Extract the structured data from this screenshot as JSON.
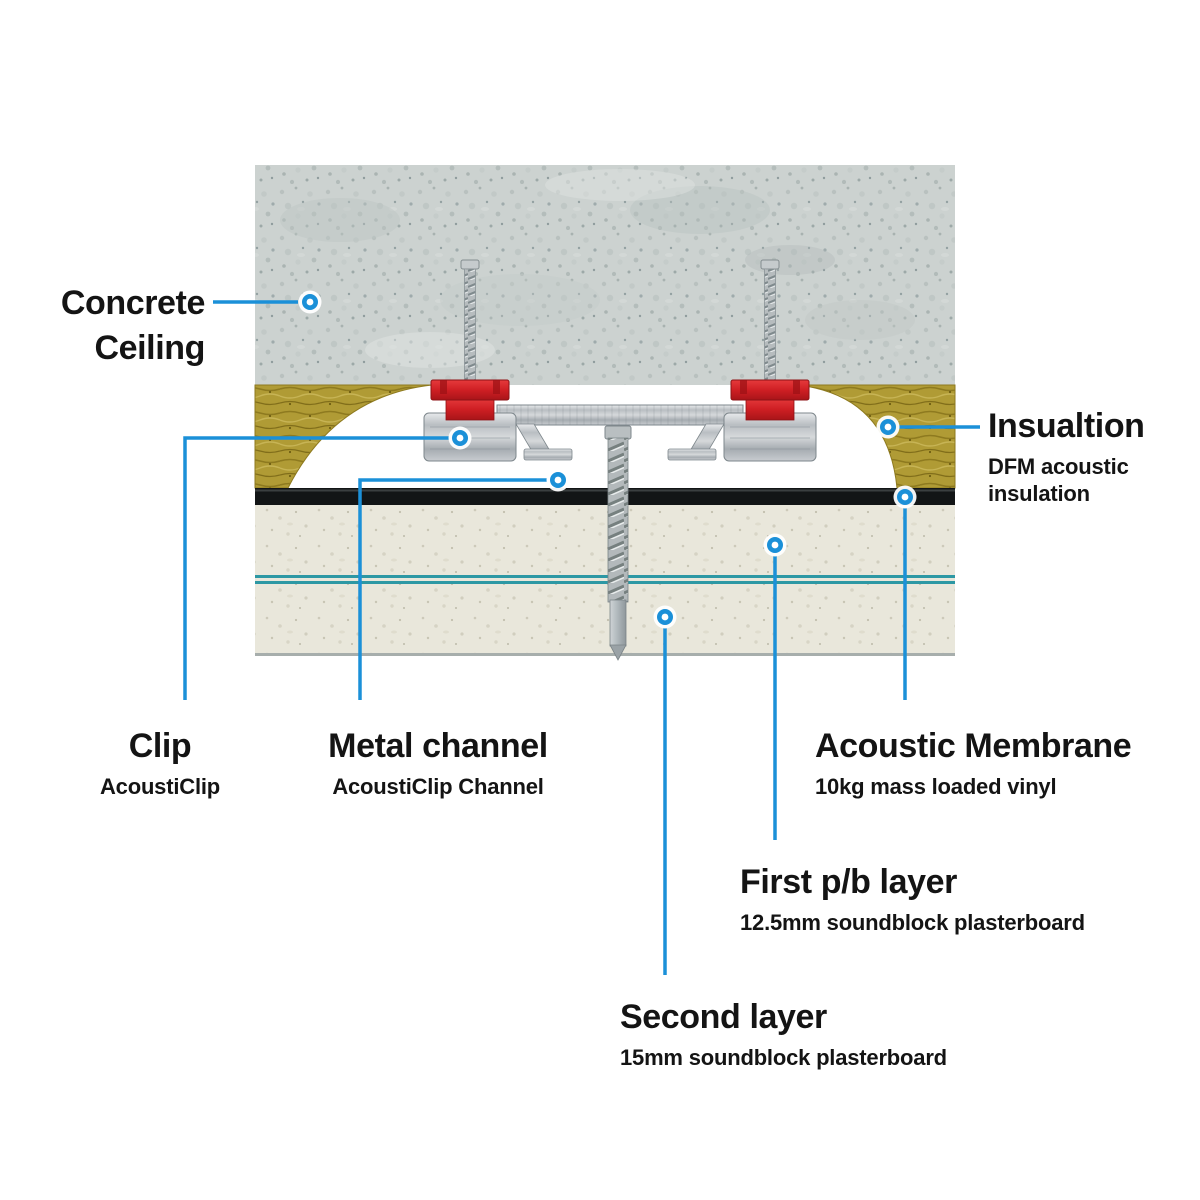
{
  "labels": {
    "concrete": {
      "line1": "Concrete",
      "line2": "Ceiling"
    },
    "clip": {
      "title": "Clip",
      "subtitle": "AcoustiClip"
    },
    "metal_channel": {
      "title": "Metal channel",
      "subtitle": "AcoustiClip Channel"
    },
    "insulation": {
      "title": "Insualtion",
      "subtitle": "DFM acoustic insulation"
    },
    "acoustic_membrane": {
      "title": "Acoustic Membrane",
      "subtitle": "10kg mass loaded vinyl"
    },
    "first_pb_layer": {
      "title": "First p/b layer",
      "subtitle": "12.5mm soundblock plasterboard"
    },
    "second_layer": {
      "title": "Second layer",
      "subtitle": "15mm soundblock plasterboard"
    }
  },
  "colors": {
    "callout_blue": "#1b90d8",
    "clip_red": "#cf1f24",
    "insulation_olive": "#b09b35",
    "membrane_black": "#121516",
    "plasterboard_beige": "#e9e7db",
    "concrete_gray": "#ccd2d0",
    "board_joint_teal": "#2d98a4",
    "metal_silver": "#c3c8cc",
    "text": "#141414",
    "background": "#ffffff"
  }
}
